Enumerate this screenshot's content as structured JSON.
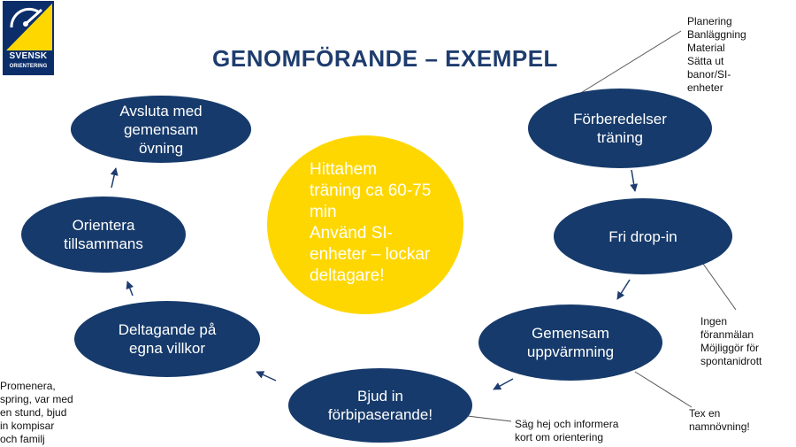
{
  "logo": {
    "line1": "SVENSK",
    "line2": "ORIENTERING"
  },
  "title": "GENOMFÖRANDE – EXEMPEL",
  "center": {
    "text": "Hittahem\nträning ca 60-75\nmin\nAnvänd SI-\nenheter – lockar\ndeltagare!"
  },
  "nodes": {
    "forberedelser": "Förberedelser\nträning",
    "dropin": "Fri drop-in",
    "uppvarmning": "Gemensam\nuppvärmning",
    "bjudin": "Bjud in\nförbipaserande!",
    "deltagande": "Deltagande på\negna villkor",
    "orientera": "Orientera\ntillsammans",
    "avsluta": "Avsluta med\ngemensam\növning"
  },
  "notes": {
    "planering": "Planering\nBanläggning\nMaterial\nSätta ut\nbanor/SI-\nenheter",
    "ingen": "Ingen\nföranmälan\nMöjliggör för\nspontanidrott",
    "tex": "Tex en\nnamnövning!",
    "sag": "Säg hej och informera\nkort om orientering",
    "promenera": "Promenera,\nspring, var med\nen stund, bjud\nin kompisar\noch familj"
  },
  "colors": {
    "node": "#163a6b",
    "center": "#ffd700",
    "title": "#1e3c6e",
    "arrow": "#1e3c6e",
    "logo_bg": "#0b2e6b",
    "logo_accent": "#ffd700"
  }
}
